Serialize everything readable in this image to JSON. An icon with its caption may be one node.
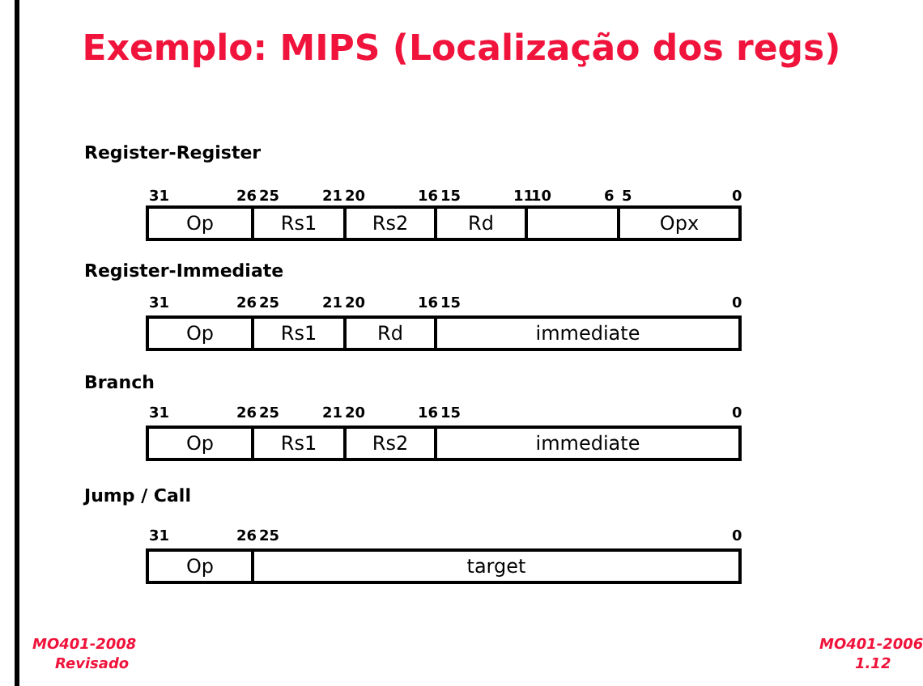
{
  "diagram": {
    "title": "Exemplo: MIPS (Localização dos regs)",
    "nodes": [
      {
        "text": [
          "Op"
        ]
      },
      {
        "text": [
          "Rs1"
        ]
      },
      {
        "text": [
          "Rs2"
        ]
      },
      {
        "text": [
          "Rd"
        ]
      },
      {
        "text": [],
        "shape": "box"
      },
      {
        "text": [
          "Opx"
        ]
      },
      {
        "text": [
          "Op"
        ]
      },
      {
        "text": [
          "Rs1"
        ]
      },
      {
        "text": [
          "Rd"
        ]
      },
      {
        "text": [
          "immediate"
        ]
      },
      {
        "text": [
          "Op"
        ]
      },
      {
        "text": [
          "Rs1"
        ]
      },
      {
        "text": [
          "Rs2"
        ]
      },
      {
        "text": [
          "immediate"
        ]
      },
      {
        "text": [
          "Op"
        ]
      },
      {
        "text": [
          "target"
        ]
      }
    ],
    "labels": [
      "Register-Register",
      "31",
      "26",
      "25",
      "21",
      "20",
      "16",
      "15",
      "11",
      "10",
      "6",
      "5",
      "0",
      "Register-Immediate",
      "31",
      "26",
      "25",
      "21",
      "20",
      "16",
      "15",
      "0",
      "Branch",
      "31",
      "26",
      "25",
      "21",
      "20",
      "16",
      "15",
      "0",
      "Jump / Call",
      "31",
      "26",
      "25",
      "0",
      "MO401-2008",
      "Revisado",
      "MO401-2006",
      "1.12"
    ]
  }
}
